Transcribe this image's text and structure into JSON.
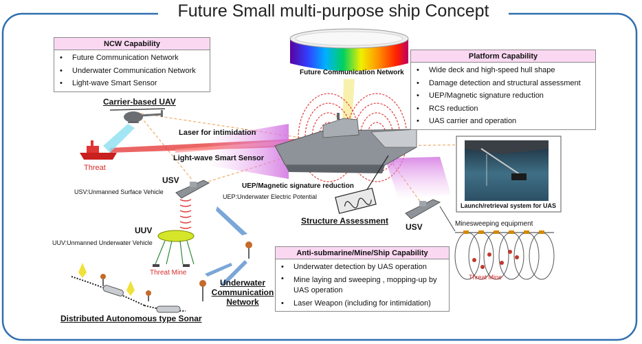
{
  "title": "Future Small multi-purpose ship Concept",
  "ncw": {
    "header": "NCW Capability",
    "items": [
      "Future Communication Network",
      "Underwater Communication Network",
      "Light-wave Smart Sensor"
    ]
  },
  "platform": {
    "header": "Platform Capability",
    "items": [
      "Wide deck and high-speed hull shape",
      "Damage detection and structural assessment",
      "UEP/Magnetic signature reduction",
      "RCS reduction",
      "UAS carrier and operation"
    ]
  },
  "antisub": {
    "header": "Anti-submarine/Mine/Ship  Capability",
    "items": [
      "Underwater detection by UAS operation",
      "Mine laying and sweeping , mopping-up by UAS operation",
      "Laser Weapon  (including for intimidation)"
    ]
  },
  "labels": {
    "future_network": "Future Communication Network",
    "carrier_uav": "Carrier-based UAV",
    "laser": "Laser for intimidation",
    "threat": "Threat",
    "smart_sensor": "Light-wave Smart Sensor",
    "usv1": "USV",
    "usv1_def": "USV:Unmanned Surface Vehicle",
    "uep_reduction": "UEP/Magnetic signature reduction",
    "uep_def": "UEP:Underwater Electric Potential",
    "uuv": "UUV",
    "uuv_def": "UUV:Unmanned Underwater Vehicle",
    "threat_mine1": "Threat Mine",
    "structure": "Structure Assessment",
    "usv2": "USV",
    "minesweeping": "Minesweeping equipment",
    "threat_mine2": "Threat Mine",
    "launch": "Launch/retrieval system for UAS",
    "underwater_network": "Underwater Communication Network",
    "sonar": "Distributed Autonomous type Sonar"
  },
  "colors": {
    "header_bg": "#fbd8f2",
    "frame": "#2e6fae",
    "laser": "#e84a4a",
    "threat": "#d62a2a",
    "signature": "#e03a3a",
    "smart_glow": "#e8a8f0"
  }
}
